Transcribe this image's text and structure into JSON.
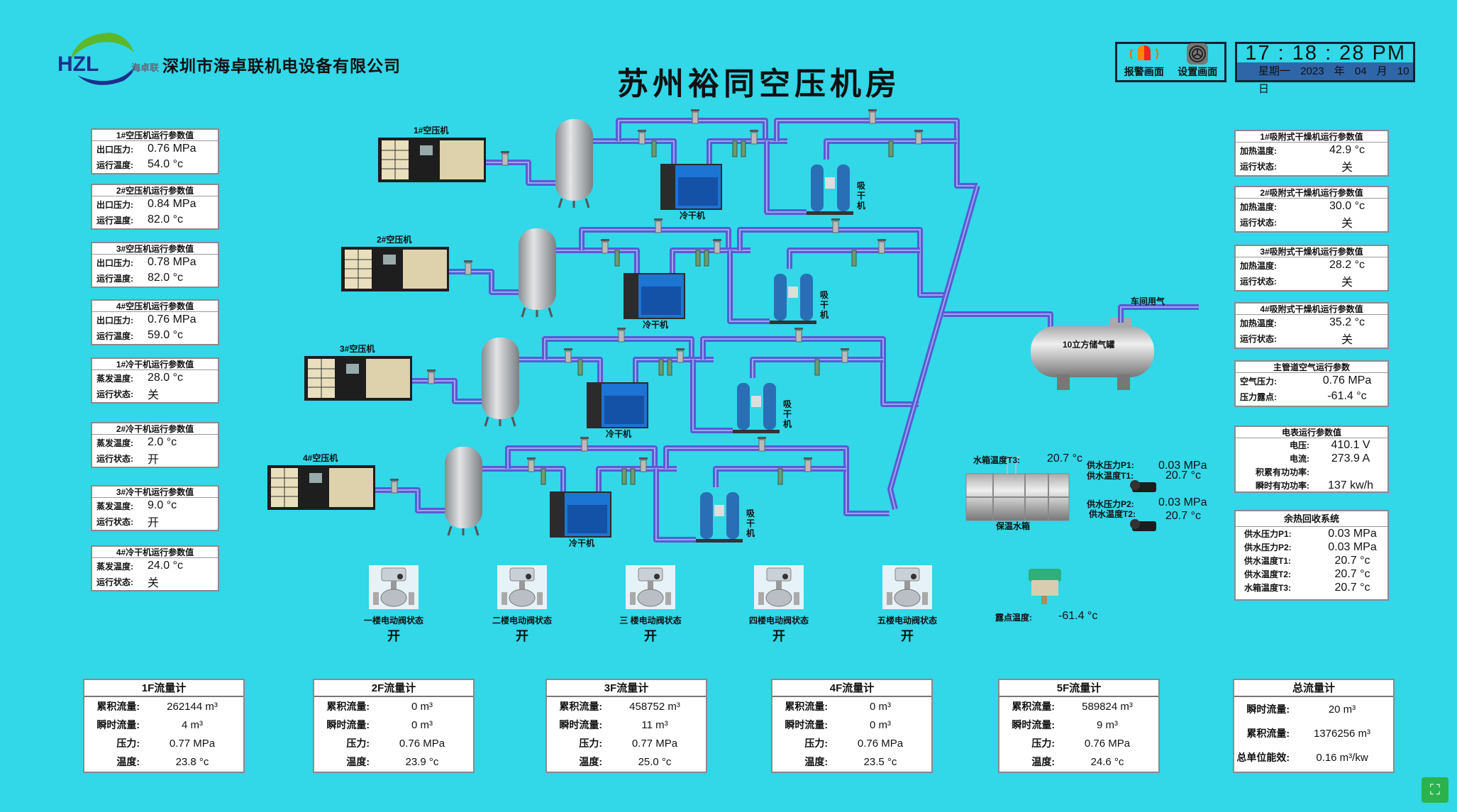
{
  "header": {
    "logo_text": "HZL 海卓联",
    "company": "深圳市海卓联机电设备有限公司",
    "title": "苏州裕同空压机房",
    "alarm_label": "报警画面",
    "settings_label": "设置画面",
    "time": "17 : 18 : 28  PM",
    "weekday": "星期一",
    "date": "2023 年 04 月 10 日"
  },
  "left_panels": [
    {
      "title": "1#空压机运行参数值",
      "rows": [
        {
          "label": "出口压力:",
          "value": "0.76 MPa"
        },
        {
          "label": "运行温度:",
          "value": "54.0 °c"
        }
      ]
    },
    {
      "title": "2#空压机运行参数值",
      "rows": [
        {
          "label": "出口压力:",
          "value": "0.84 MPa"
        },
        {
          "label": "运行温度:",
          "value": "82.0 °c"
        }
      ]
    },
    {
      "title": "3#空压机运行参数值",
      "rows": [
        {
          "label": "出口压力:",
          "value": "0.78 MPa"
        },
        {
          "label": "运行温度:",
          "value": "82.0 °c"
        }
      ]
    },
    {
      "title": "4#空压机运行参数值",
      "rows": [
        {
          "label": "出口压力:",
          "value": "0.76 MPa"
        },
        {
          "label": "运行温度:",
          "value": "59.0 °c"
        }
      ]
    },
    {
      "title": "1#冷干机运行参数值",
      "rows": [
        {
          "label": "蒸发温度:",
          "value": "28.0 °c"
        },
        {
          "label": "运行状态:",
          "value": "关"
        }
      ]
    },
    {
      "title": "2#冷干机运行参数值",
      "rows": [
        {
          "label": "蒸发温度:",
          "value": "2.0 °c"
        },
        {
          "label": "运行状态:",
          "value": "开"
        }
      ]
    },
    {
      "title": "3#冷干机运行参数值",
      "rows": [
        {
          "label": "蒸发温度:",
          "value": "9.0 °c"
        },
        {
          "label": "运行状态:",
          "value": "开"
        }
      ]
    },
    {
      "title": "4#冷干机运行参数值",
      "rows": [
        {
          "label": "蒸发温度:",
          "value": "24.0 °c"
        },
        {
          "label": "运行状态:",
          "value": "关"
        }
      ]
    }
  ],
  "right_panels": [
    {
      "title": "1#吸附式干燥机运行参数值",
      "rows": [
        {
          "label": "加热温度:",
          "value": "42.9 °c"
        },
        {
          "label": "运行状态:",
          "value": "关"
        }
      ]
    },
    {
      "title": "2#吸附式干燥机运行参数值",
      "rows": [
        {
          "label": "加热温度:",
          "value": "30.0 °c"
        },
        {
          "label": "运行状态:",
          "value": "关"
        }
      ]
    },
    {
      "title": "3#吸附式干燥机运行参数值",
      "rows": [
        {
          "label": "加热温度:",
          "value": "28.2 °c"
        },
        {
          "label": "运行状态:",
          "value": "关"
        }
      ]
    },
    {
      "title": "4#吸附式干燥机运行参数值",
      "rows": [
        {
          "label": "加热温度:",
          "value": "35.2 °c"
        },
        {
          "label": "运行状态:",
          "value": "关"
        }
      ]
    },
    {
      "title": "主管道空气运行参数",
      "rows": [
        {
          "label": "空气压力:",
          "value": "0.76 MPa"
        },
        {
          "label": "压力露点:",
          "value": "-61.4 °c"
        }
      ]
    }
  ],
  "meter_panel": {
    "title": "电表运行参数值",
    "rows": [
      {
        "label": "电压:",
        "value": "410.1 V"
      },
      {
        "label": "电流:",
        "value": "273.9 A"
      },
      {
        "label": "积累有功功率:",
        "value": ""
      },
      {
        "label": "瞬时有功功率:",
        "value": "137 kw/h"
      }
    ]
  },
  "heat_panel": {
    "title": "余热回收系统",
    "rows": [
      {
        "label": "供水压力P1:",
        "value": "0.03 MPa"
      },
      {
        "label": "供水压力P2:",
        "value": "0.03 MPa"
      },
      {
        "label": "供水温度T1:",
        "value": "20.7 °c"
      },
      {
        "label": "供水温度T2:",
        "value": "20.7 °c"
      },
      {
        "label": "水箱温度T3:",
        "value": "20.7 °c"
      }
    ]
  },
  "flow_meters": [
    {
      "title": "1F流量计",
      "rows": [
        {
          "label": "累积流量:",
          "value": "262144 m³"
        },
        {
          "label": "瞬时流量:",
          "value": "4 m³"
        },
        {
          "label": "压力:",
          "value": "0.77 MPa"
        },
        {
          "label": "温度:",
          "value": "23.8 °c"
        }
      ]
    },
    {
      "title": "2F流量计",
      "rows": [
        {
          "label": "累积流量:",
          "value": "0 m³"
        },
        {
          "label": "瞬时流量:",
          "value": "0 m³"
        },
        {
          "label": "压力:",
          "value": "0.76 MPa"
        },
        {
          "label": "温度:",
          "value": "23.9 °c"
        }
      ]
    },
    {
      "title": "3F流量计",
      "rows": [
        {
          "label": "累积流量:",
          "value": "458752 m³"
        },
        {
          "label": "瞬时流量:",
          "value": "11 m³"
        },
        {
          "label": "压力:",
          "value": "0.77 MPa"
        },
        {
          "label": "温度:",
          "value": "25.0 °c"
        }
      ]
    },
    {
      "title": "4F流量计",
      "rows": [
        {
          "label": "累积流量:",
          "value": "0 m³"
        },
        {
          "label": "瞬时流量:",
          "value": "0 m³"
        },
        {
          "label": "压力:",
          "value": "0.76 MPa"
        },
        {
          "label": "温度:",
          "value": "23.5 °c"
        }
      ]
    },
    {
      "title": "5F流量计",
      "rows": [
        {
          "label": "累积流量:",
          "value": "589824 m³"
        },
        {
          "label": "瞬时流量:",
          "value": "9 m³"
        },
        {
          "label": "压力:",
          "value": "0.76 MPa"
        },
        {
          "label": "温度:",
          "value": "24.6 °c"
        }
      ]
    },
    {
      "title": "总流量计",
      "rows": [
        {
          "label": "瞬时流量:",
          "value": "20 m³"
        },
        {
          "label": "累积流量:",
          "value": "1376256 m³"
        },
        {
          "label": "总单位能效:",
          "value": "0.16 m³/kw"
        }
      ]
    }
  ],
  "valves": [
    {
      "label": "一楼电动阀状态",
      "status": "开"
    },
    {
      "label": "二楼电动阀状态",
      "status": "开"
    },
    {
      "label": "三 楼电动阀状态",
      "status": "开"
    },
    {
      "label": "四楼电动阀状态",
      "status": "开"
    },
    {
      "label": "五楼电动阀状态",
      "status": "开"
    }
  ],
  "diagram": {
    "compressors": [
      "1#空压机",
      "2#空压机",
      "3#空压机",
      "4#空压机"
    ],
    "cold_dryer_label": "冷干机",
    "adsorber_label": "吸干机",
    "storage_tank_label": "10立方储气罐",
    "workshop_label": "车间用气",
    "water_tank": {
      "label": "保温水箱",
      "temp_label": "水箱温度T3:",
      "temp_value": "20.7 °c"
    },
    "pump1": {
      "p_label": "供水压力P1:",
      "p_value": "0.03 MPa",
      "t_label": "供水温度T1:",
      "t_value": "20.7 °c"
    },
    "pump2": {
      "p_label": "供水压力P2:",
      "p_value": "0.03 MPa",
      "t_label": "供水温度T2:",
      "t_value": "20.7 °c"
    },
    "dew_point": {
      "label": "露点温度:",
      "value": "-61.4 °c"
    },
    "pipe_color": "#5a5ad2"
  },
  "fullscreen_icon": "expand-icon"
}
